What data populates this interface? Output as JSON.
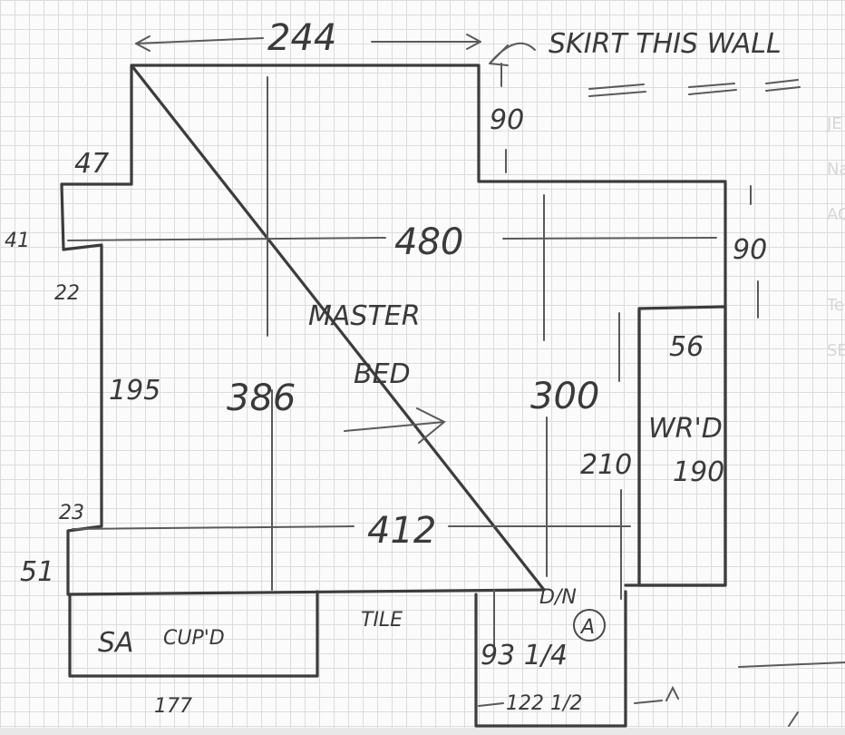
{
  "labels": {
    "top_width": "244",
    "note": "SKIRT THIS WALL",
    "right_of_notch": "90",
    "left_stub": "47",
    "left_edge": "41",
    "left_small": "22",
    "left_height": "195",
    "left_corner": "23",
    "left_bottom": "51",
    "main_width": "480",
    "right_top": "90",
    "room_name_line1": "MASTER",
    "room_name_line2": "BED",
    "room_height": "386",
    "inner_height": "300",
    "wardrobe_width": "56",
    "wardrobe_label": "WR'D",
    "wardrobe_height": "190",
    "wardrobe_offset": "210",
    "bottom_width": "412",
    "bottom_cupboard": "SA",
    "bottom_cupboard_label": "CUP'D",
    "bottom_cupboard_width": "177",
    "tile": "TILE",
    "door_label": "D/N",
    "circle_marker": "A",
    "ensuite_label": "93 1/4",
    "ensuite_width": "122 1/2"
  },
  "margin_ghost_letters": [
    "JE",
    "Na",
    "AC",
    "Te",
    "SE"
  ]
}
